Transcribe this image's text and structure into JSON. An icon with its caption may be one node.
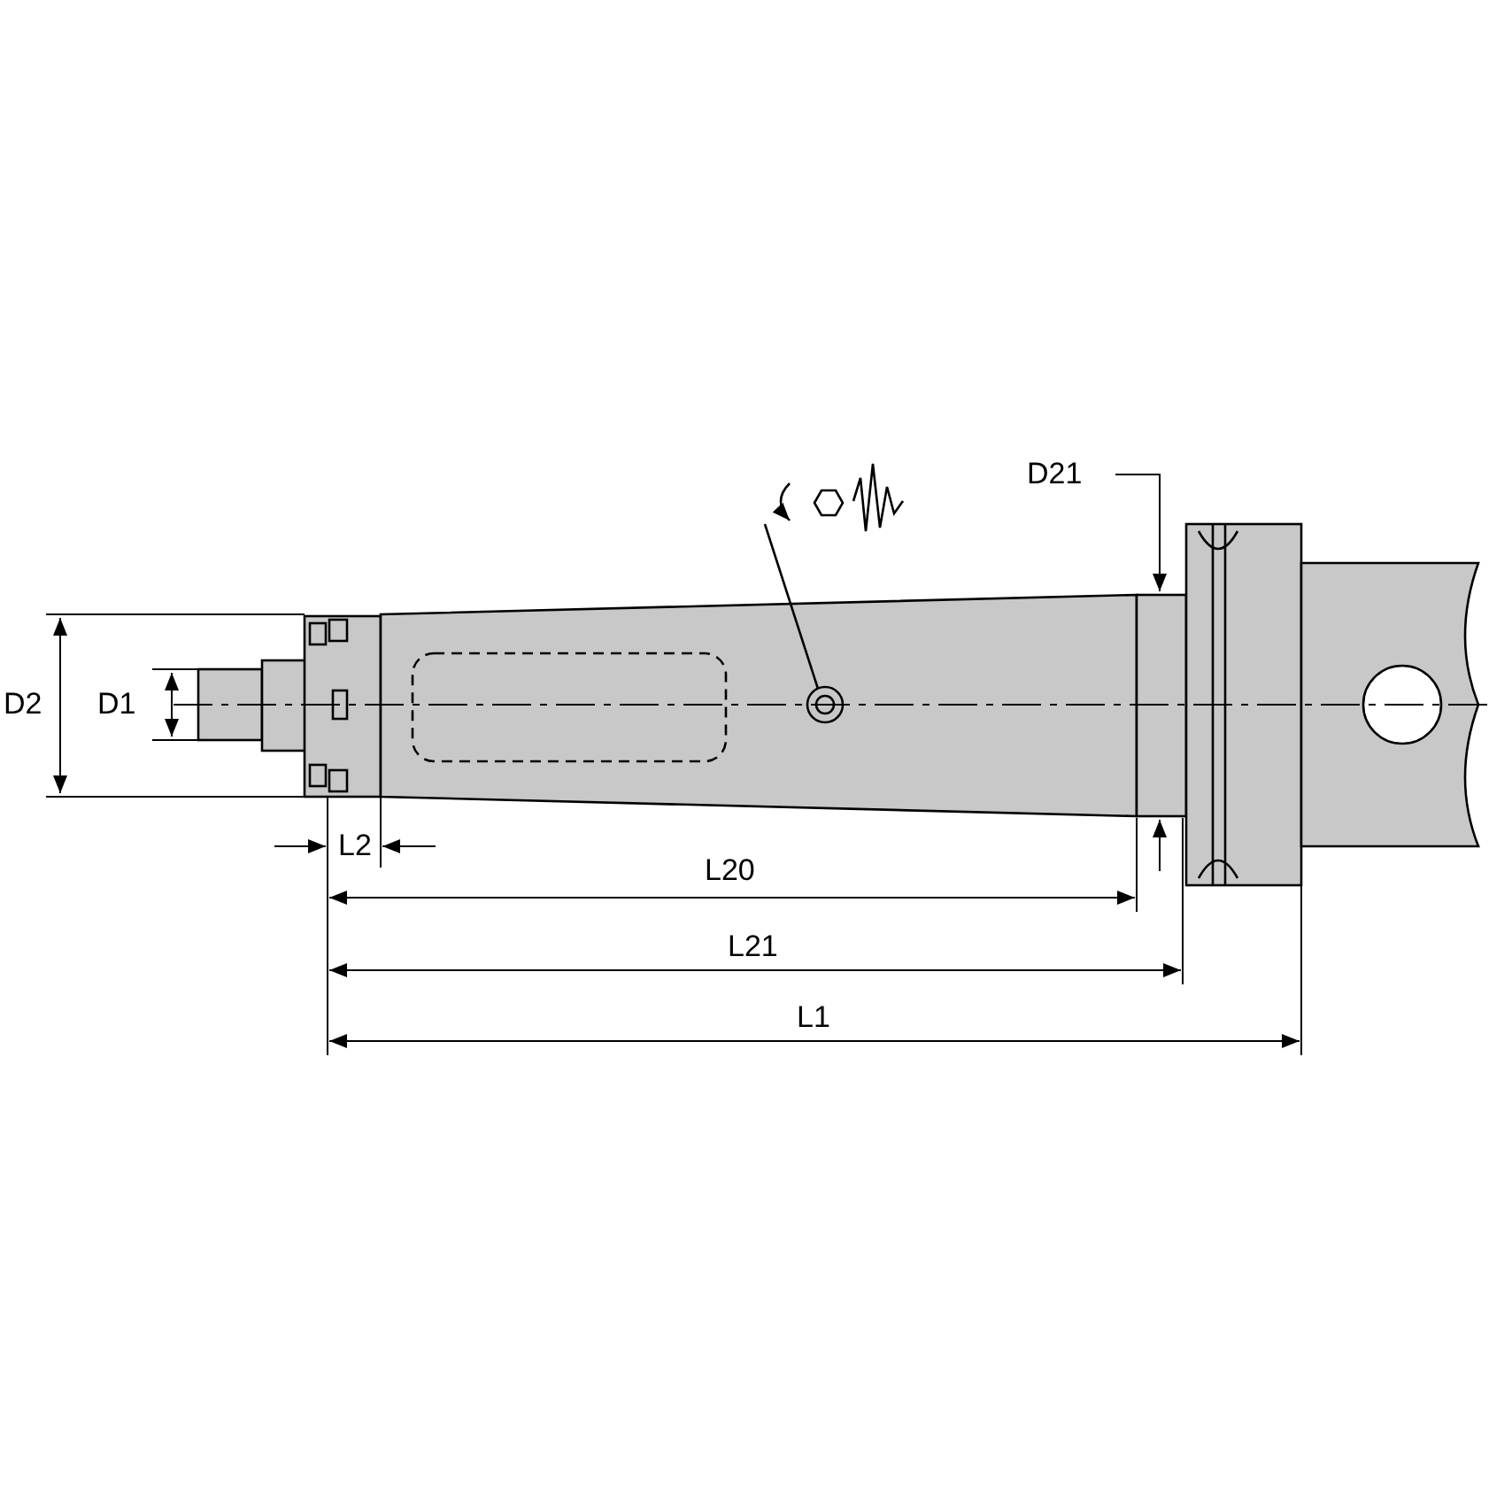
{
  "diagram": {
    "labels": [
      "D21",
      "D2",
      "D1",
      "L2",
      "L20",
      "L21",
      "L1"
    ]
  }
}
